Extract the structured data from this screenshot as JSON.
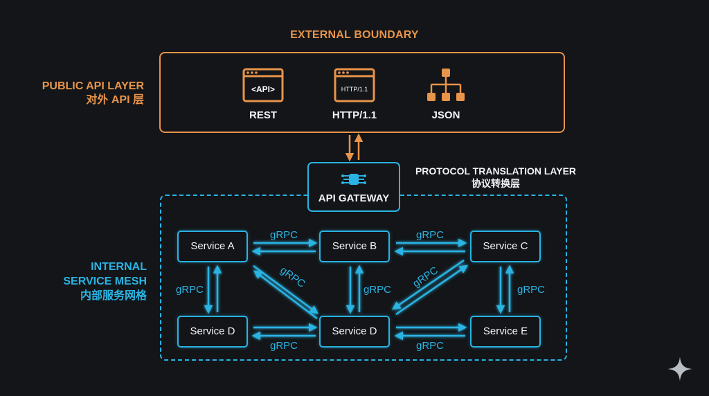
{
  "external_boundary": {
    "title": "EXTERNAL BOUNDARY"
  },
  "public_layer": {
    "label_en": "PUBLIC API LAYER",
    "label_zh": "对外 API 层",
    "items": [
      {
        "icon": "api-window-icon",
        "icon_text": "<API>",
        "label": "REST"
      },
      {
        "icon": "http-window-icon",
        "icon_text": "HTTP/1.1",
        "label": "HTTP/1.1"
      },
      {
        "icon": "json-tree-icon",
        "label": "JSON"
      }
    ]
  },
  "protocol_layer": {
    "label_en": "PROTOCOL TRANSLATION LAYER",
    "label_zh": "协议转换层"
  },
  "gateway": {
    "icon": "chip-icon",
    "label": "API GATEWAY"
  },
  "mesh": {
    "label_line1": "INTERNAL",
    "label_line2": "SERVICE MESH",
    "label_zh": "内部服务网格",
    "services": [
      "Service A",
      "Service B",
      "Service C",
      "Service D",
      "Service D",
      "Service E"
    ],
    "protocol": "gRPC"
  },
  "colors": {
    "background": "#131518",
    "orange": "#e8944a",
    "cyan": "#2ab4e4",
    "text": "#f2f4f6"
  }
}
